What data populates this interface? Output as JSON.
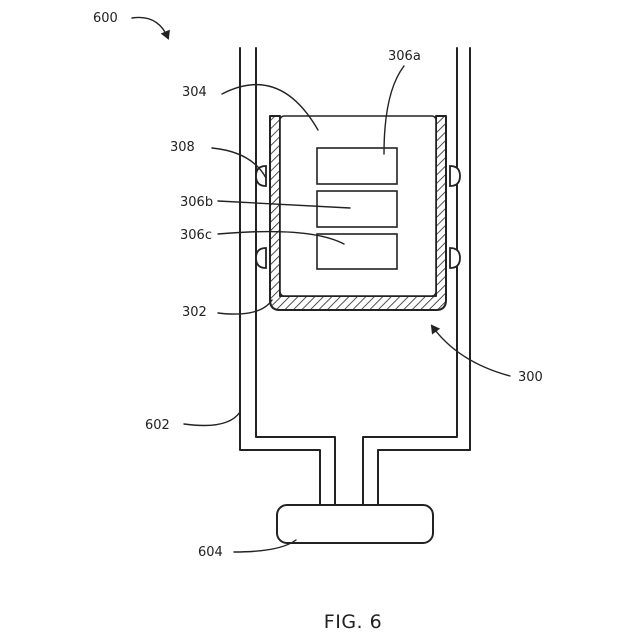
{
  "figure": {
    "caption": "FIG. 6",
    "labels": {
      "device": "600",
      "cartridge": "300",
      "housing": "302",
      "inner_container": "304",
      "reagent_a": "306a",
      "reagent_b": "306b",
      "reagent_c": "306c",
      "seal": "308",
      "tube": "602",
      "plunger_head": "604"
    }
  }
}
